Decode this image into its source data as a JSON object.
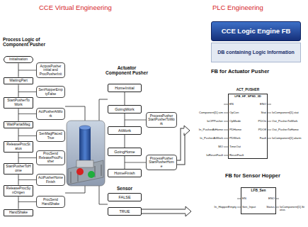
{
  "diagram": {
    "title": "CCE Virtual Engineering",
    "nodes": [
      {
        "text": [
          "Initialisation"
        ]
      },
      {
        "text": [
          "WaitingPart"
        ]
      },
      {
        "text": [
          "StartPusherToWork"
        ]
      },
      {
        "text": [
          "WaitPartatMag"
        ]
      },
      {
        "text": [
          "ReleaseProcStatus"
        ]
      },
      {
        "text": [
          "StartPusherToHome"
        ]
      },
      {
        "text": [
          "ReleaseProcSynOrigen"
        ]
      },
      {
        "text": [
          "HandShake"
        ]
      },
      {
        "text": [
          "ActposPusher initial and ProcPusherInit"
        ]
      },
      {
        "text": [
          "SenHopperEmptyFalse"
        ]
      },
      {
        "text": [
          "ActPusherAtWork"
        ]
      },
      {
        "text": [
          "SenMagPlacedTrue"
        ]
      },
      {
        "text": [
          "ProcSend ReleaseProcPusher"
        ]
      },
      {
        "text": [
          "ActPusherHomeFinish"
        ]
      },
      {
        "text": [
          "ProcSend HandShake"
        ]
      },
      {
        "text": [
          "HomeInitial"
        ]
      },
      {
        "text": [
          "GoingWork"
        ]
      },
      {
        "text": [
          "AtWork"
        ]
      },
      {
        "text": [
          "GoingHome"
        ]
      },
      {
        "text": [
          "HomeFinish"
        ]
      },
      {
        "text": [
          "ProcessPusher StartPusherToWork"
        ]
      },
      {
        "text": [
          "ProcessPusher StartPusherHome"
        ]
      },
      {
        "text": [
          "FALSE"
        ]
      },
      {
        "text": [
          "TRUE"
        ]
      },
      {
        "text": [
          "CCE Logic Engine FB"
        ]
      },
      {
        "text": [
          "DB containing Logic Information"
        ]
      },
      {
        "text": [
          "FB for Actuator Pusher"
        ]
      },
      {
        "text": [
          "ACT_PUSHER",
          "LFB_HF_SPSD_3D"
        ],
        "in": 26
      },
      {
        "text": [
          "FB for Sensor Hopper"
        ]
      },
      {
        "text": [
          "LFB_Sen"
        ],
        "in": 28
      }
    ],
    "edges": [
      {
        "from": 0,
        "to": 1,
        "arrow": "none"
      },
      {
        "from": 1,
        "to": 2,
        "arrow": "none"
      },
      {
        "from": 2,
        "to": 3,
        "arrow": "none"
      },
      {
        "from": 3,
        "to": 4,
        "arrow": "none"
      },
      {
        "from": 4,
        "to": 5,
        "arrow": "none"
      },
      {
        "from": 5,
        "to": 6,
        "arrow": "none"
      },
      {
        "from": 6,
        "to": 7,
        "arrow": "none"
      },
      {
        "from": 15,
        "to": 16,
        "arrow": "none"
      },
      {
        "from": 16,
        "to": 17,
        "arrow": "none"
      },
      {
        "from": 17,
        "to": 18,
        "arrow": "none"
      },
      {
        "from": 18,
        "to": 19,
        "arrow": "none"
      },
      {
        "from": 21,
        "to": 26,
        "arrow": "to"
      },
      {
        "from": 23,
        "to": 28,
        "arrow": "to"
      }
    ],
    "labels": [
      "PLC Engineering",
      "Process Logic of Component Pusher",
      "Actuator Component Pusher",
      "Sensor",
      "EN",
      "OpCon",
      "OpMode",
      "PDHome",
      "PDWork",
      "TimeOut",
      "ResetFault",
      "ENO",
      "Stat",
      "PDOn",
      "PDOff",
      "Fault",
      "Component[1].sim",
      "IoOPPusher",
      "In_PusherAtHome",
      "In_PusherAtWork",
      "MO",
      "IoResetFault",
      "IoComponent[1].stat",
      "Out_PusherToWork",
      "Out_PusherToHome",
      "IoComponent[1].alarm",
      "EN",
      "Sen_Input",
      "ENO",
      "Status",
      "In_HopperEmpty",
      "IoComponent[1].Status"
    ]
  }
}
